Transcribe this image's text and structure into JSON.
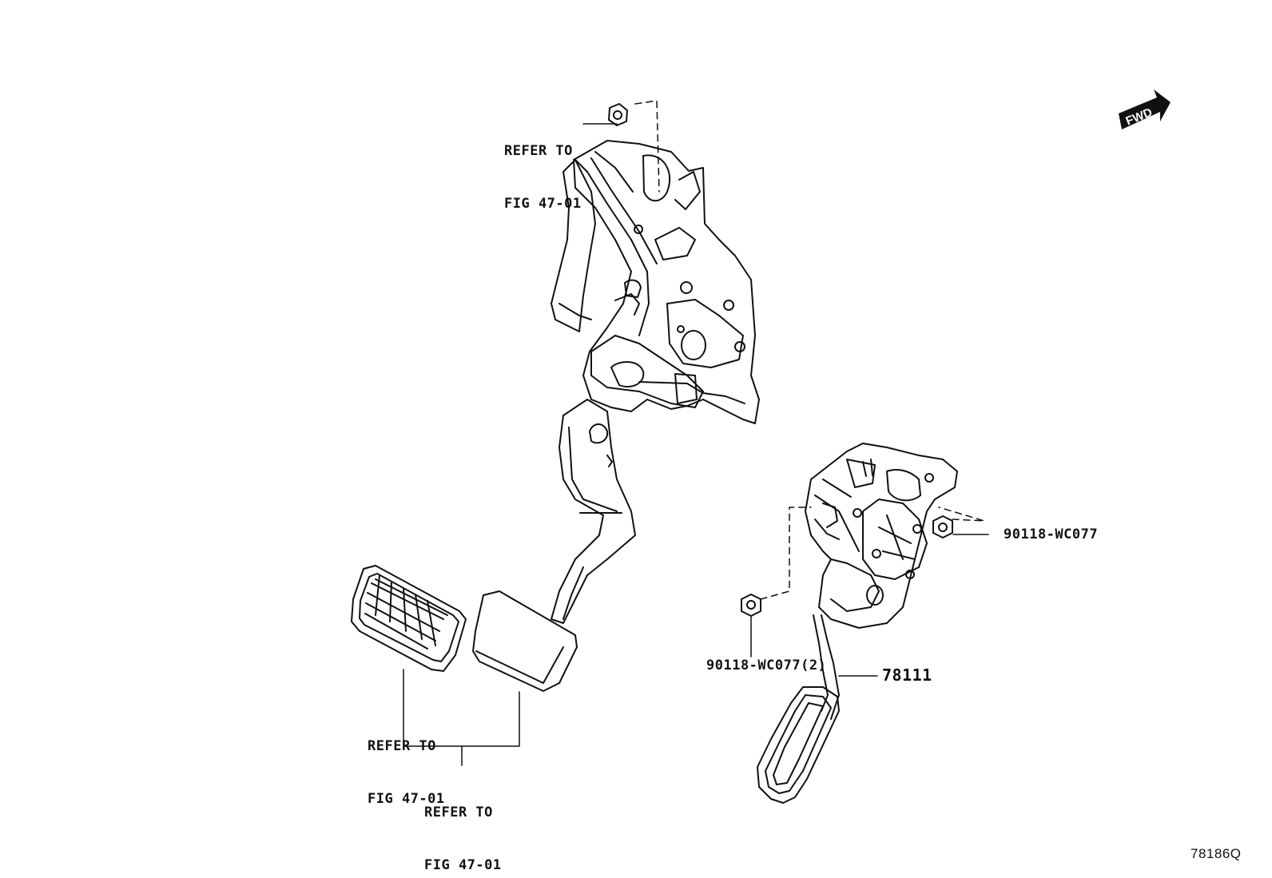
{
  "diagram": {
    "figure_id": "78186Q",
    "fwd_label": "FWD",
    "callouts": {
      "refer_top": {
        "line1": "REFER TO",
        "line2": "FIG 47-01"
      },
      "refer_mid": {
        "line1": "REFER TO",
        "line2": "FIG 47-01"
      },
      "refer_bottom": {
        "line1": "REFER TO",
        "line2": "FIG 47-01"
      },
      "nut_right": "90118-WC077",
      "nut_left": "90118-WC077(2)",
      "accel_pedal": "78111"
    }
  }
}
